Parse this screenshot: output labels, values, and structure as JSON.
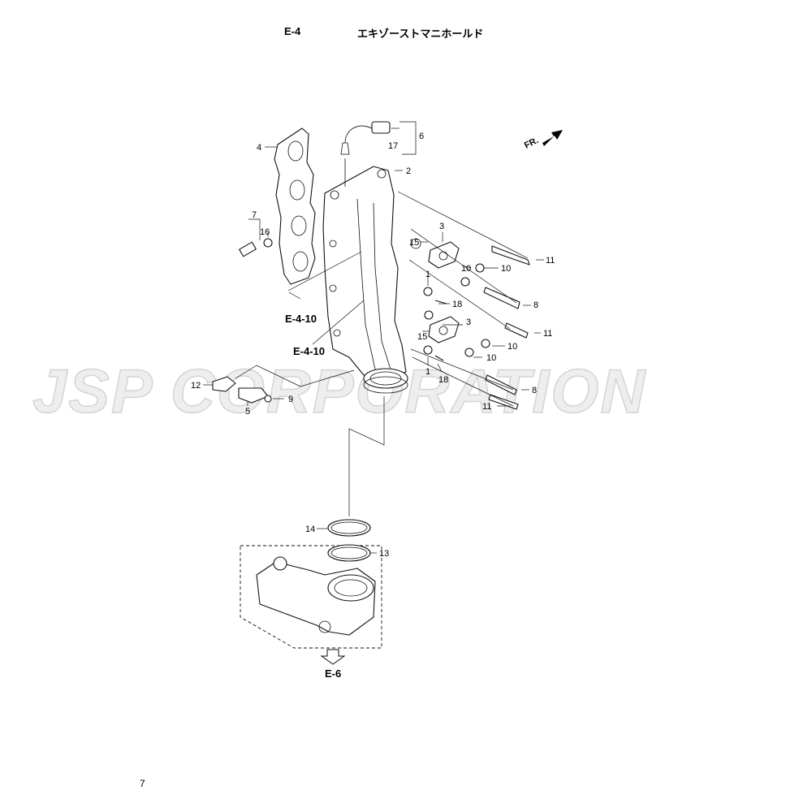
{
  "header": {
    "section": "E-4",
    "title": "エキゾーストマニホールド"
  },
  "page_number": "7",
  "watermark": "JSP CORPORATION",
  "orientation": {
    "label": "FR."
  },
  "parts": [
    {
      "id": "p2",
      "num": "2"
    },
    {
      "id": "p3a",
      "num": "3"
    },
    {
      "id": "p3b",
      "num": "3"
    },
    {
      "id": "p4",
      "num": "4"
    },
    {
      "id": "p5",
      "num": "5"
    },
    {
      "id": "p6",
      "num": "6"
    },
    {
      "id": "p7",
      "num": "7"
    },
    {
      "id": "p1a",
      "num": "1"
    },
    {
      "id": "p1b",
      "num": "1"
    },
    {
      "id": "p8a",
      "num": "8"
    },
    {
      "id": "p8b",
      "num": "8"
    },
    {
      "id": "p9",
      "num": "9"
    },
    {
      "id": "p10a",
      "num": "10"
    },
    {
      "id": "p10b",
      "num": "10"
    },
    {
      "id": "p10c",
      "num": "10"
    },
    {
      "id": "p10d",
      "num": "10"
    },
    {
      "id": "p11a",
      "num": "11"
    },
    {
      "id": "p11b",
      "num": "11"
    },
    {
      "id": "p11c",
      "num": "11"
    },
    {
      "id": "p12",
      "num": "12"
    },
    {
      "id": "p13",
      "num": "13"
    },
    {
      "id": "p14",
      "num": "14"
    },
    {
      "id": "p15a",
      "num": "15"
    },
    {
      "id": "p15b",
      "num": "15"
    },
    {
      "id": "p16",
      "num": "16"
    },
    {
      "id": "p17",
      "num": "17"
    },
    {
      "id": "p18a",
      "num": "18"
    },
    {
      "id": "p18b",
      "num": "18"
    }
  ],
  "refs": {
    "ref1": "E-4-10",
    "ref2": "E-4-10",
    "ref3": "E-6"
  }
}
